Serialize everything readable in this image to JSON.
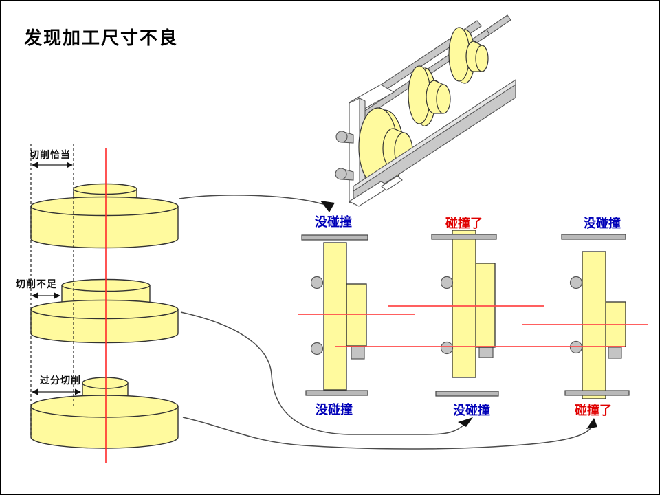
{
  "slide": {
    "title": "发现加工尺寸不良"
  },
  "cutting_examples": {
    "proper": {
      "label": "切削恰当"
    },
    "insufficient": {
      "label": "切削不足"
    },
    "excessive": {
      "label": "过分切削"
    }
  },
  "stations": {
    "s1": {
      "top": "没碰撞",
      "bottom": "没碰撞"
    },
    "s2": {
      "top": "碰撞了",
      "bottom": "没碰撞"
    },
    "s3": {
      "top": "没碰撞",
      "bottom": "碰撞了"
    }
  },
  "colors": {
    "no_collision_label": "#0000B8",
    "collision_label": "#E00000",
    "part_yellow": "#FFFA9E",
    "hardware_gray": "#C4C4C4",
    "rail_gray": "#C9C9C9",
    "reference_line_red": "#FF4A4A",
    "center_line_red": "#FF2A2A",
    "outline_black": "#333333"
  }
}
